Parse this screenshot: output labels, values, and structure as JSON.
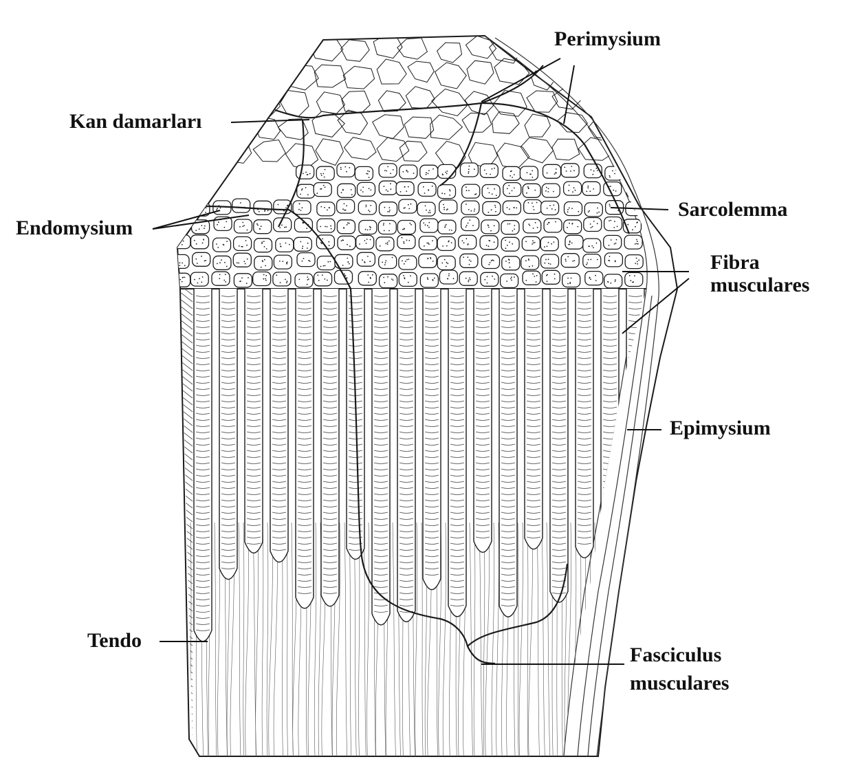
{
  "diagram": {
    "subject": "skeletal muscle cross-section",
    "ink_color": "#1a1a1a",
    "paper_color": "#ffffff",
    "labels": {
      "perimysium": "Perimysium",
      "kan_damarlari": "Kan damarları",
      "endomysium": "Endomysium",
      "sarcolemma": "Sarcolemma",
      "fibra_line1": "Fibra",
      "fibra_line2": "musculares",
      "epimysium": "Epimysium",
      "tendo": "Tendo",
      "fasciculus_line1": "Fasciculus",
      "fasciculus_line2": "musculares"
    }
  }
}
